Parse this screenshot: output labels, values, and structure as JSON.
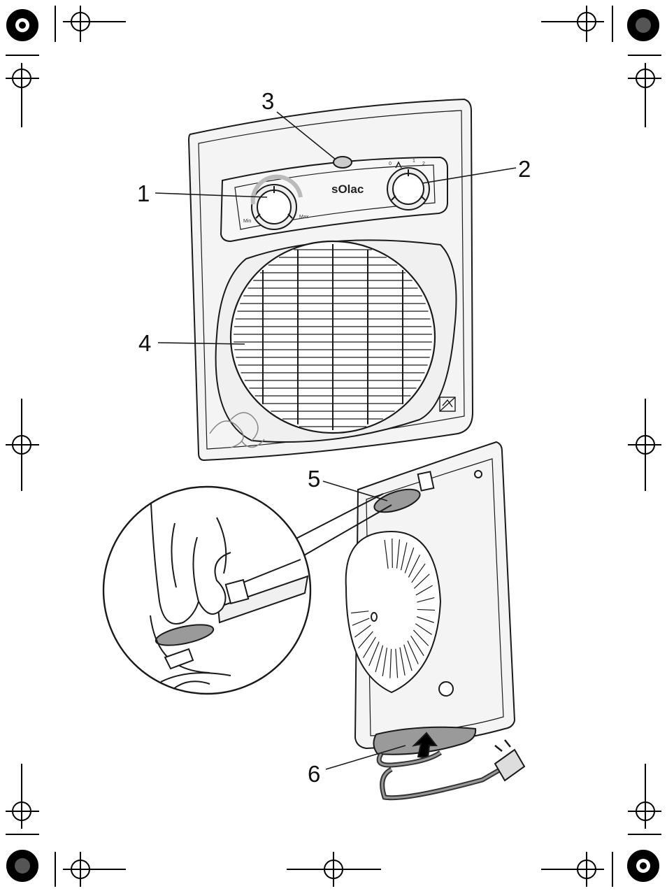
{
  "brand": "sOlac",
  "callouts": [
    {
      "id": "knob-thermostat",
      "number": "1"
    },
    {
      "id": "knob-selector",
      "number": "2"
    },
    {
      "id": "pilot-light",
      "number": "3"
    },
    {
      "id": "front-grille",
      "number": "4"
    },
    {
      "id": "rear-handle",
      "number": "5"
    },
    {
      "id": "cord-storage",
      "number": "6"
    }
  ],
  "thermostat_marks": {
    "min": "Min",
    "max": "Max"
  },
  "selector_marks": [
    "0",
    "1",
    "2"
  ],
  "colors": {
    "line": "#1a1a1a",
    "panel": "#f4f4f4",
    "grey_part": "#9a9a9a",
    "register_mark": "#000000"
  }
}
